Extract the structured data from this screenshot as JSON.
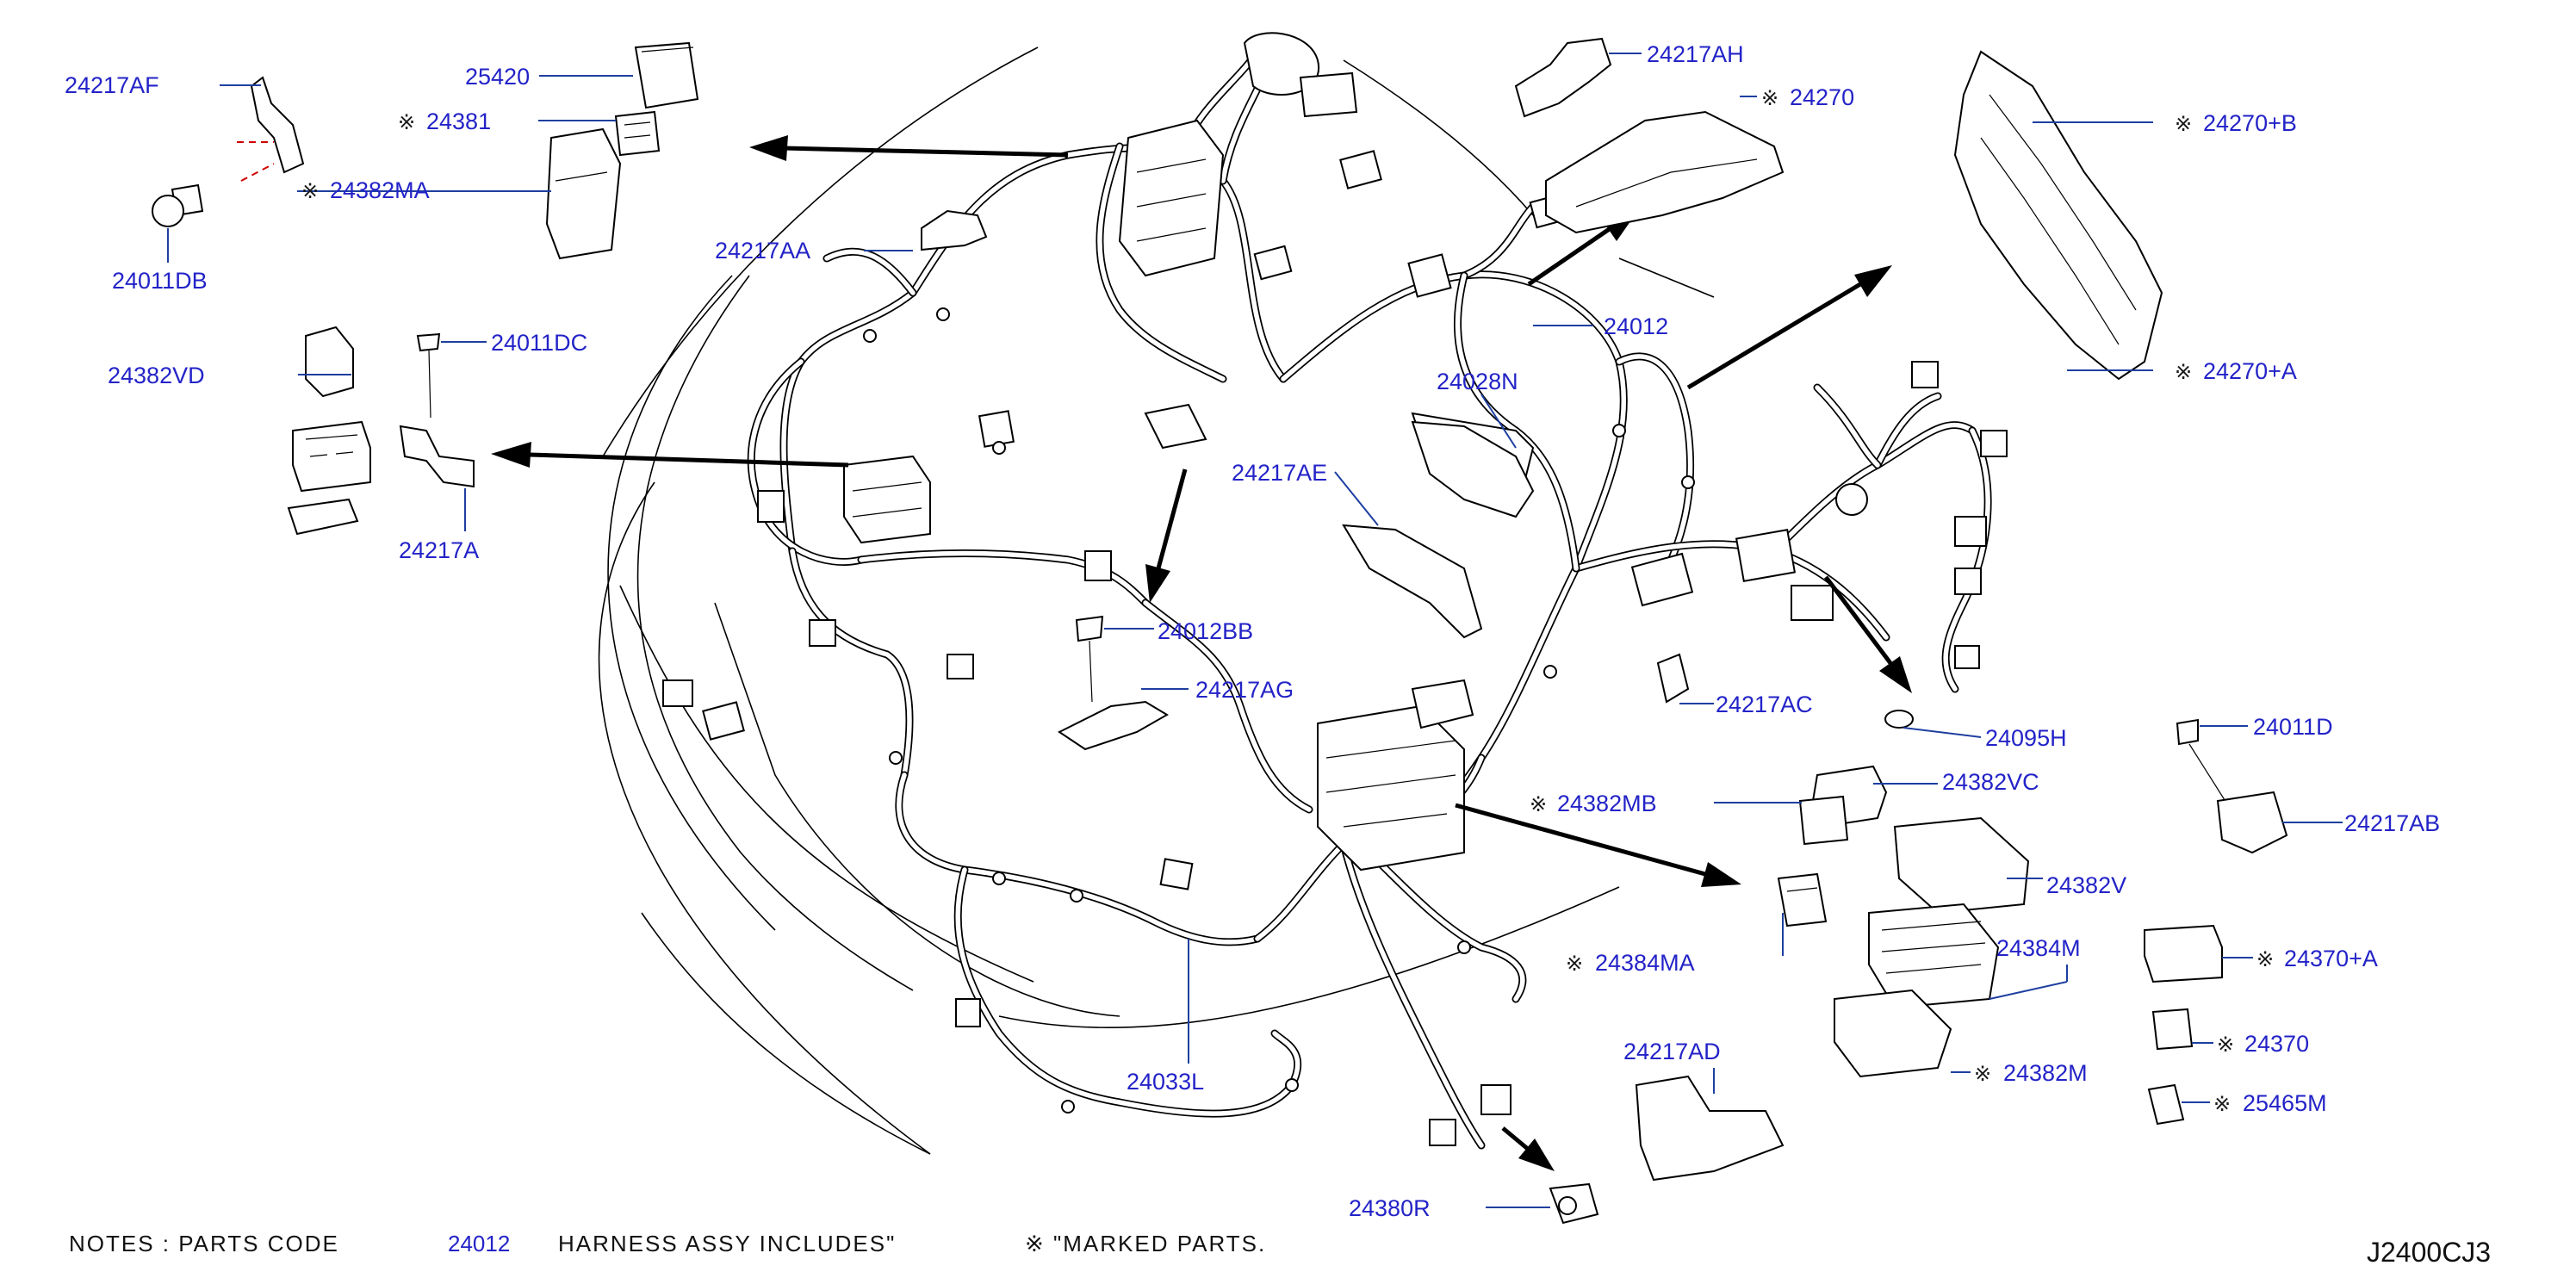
{
  "callouts": {
    "c24217AF": "24217AF",
    "c25420": "25420",
    "c24381": "24381",
    "c24382MA": "24382MA",
    "c24011DB": "24011DB",
    "c24217AA": "24217AA",
    "c24217AH": "24217AH",
    "c24270": "24270",
    "c24270B": "24270+B",
    "c24270A": "24270+A",
    "c24012": "24012",
    "c24028N": "24028N",
    "c24382VD": "24382VD",
    "c24011DC": "24011DC",
    "c24217A": "24217A",
    "c24217AE": "24217AE",
    "c24012BB": "24012BB",
    "c24217AG": "24217AG",
    "c24217AC": "24217AC",
    "c24095H": "24095H",
    "c24011D": "24011D",
    "c24217AB": "24217AB",
    "c24382MB": "24382MB",
    "c24382VC": "24382VC",
    "c24382V": "24382V",
    "c24384M": "24384M",
    "c24370A": "24370+A",
    "c24384MA": "24384MA",
    "c24370": "24370",
    "c24382M": "24382M",
    "c24217AD": "24217AD",
    "c25465M": "25465M",
    "c24033L": "24033L",
    "c24380R": "24380R"
  },
  "marked_symbol": "※",
  "notes": {
    "prefix": "NOTES : PARTS CODE",
    "code": "24012",
    "middle": "HARNESS ASSY INCLUDES\"",
    "marked": "※ \"MARKED PARTS."
  },
  "drawing_code": "J2400CJ3",
  "colors": {
    "callout_text": "#2323c8",
    "leader_line": "#1e3fa0",
    "linework": "#000000",
    "background": "#ffffff"
  }
}
